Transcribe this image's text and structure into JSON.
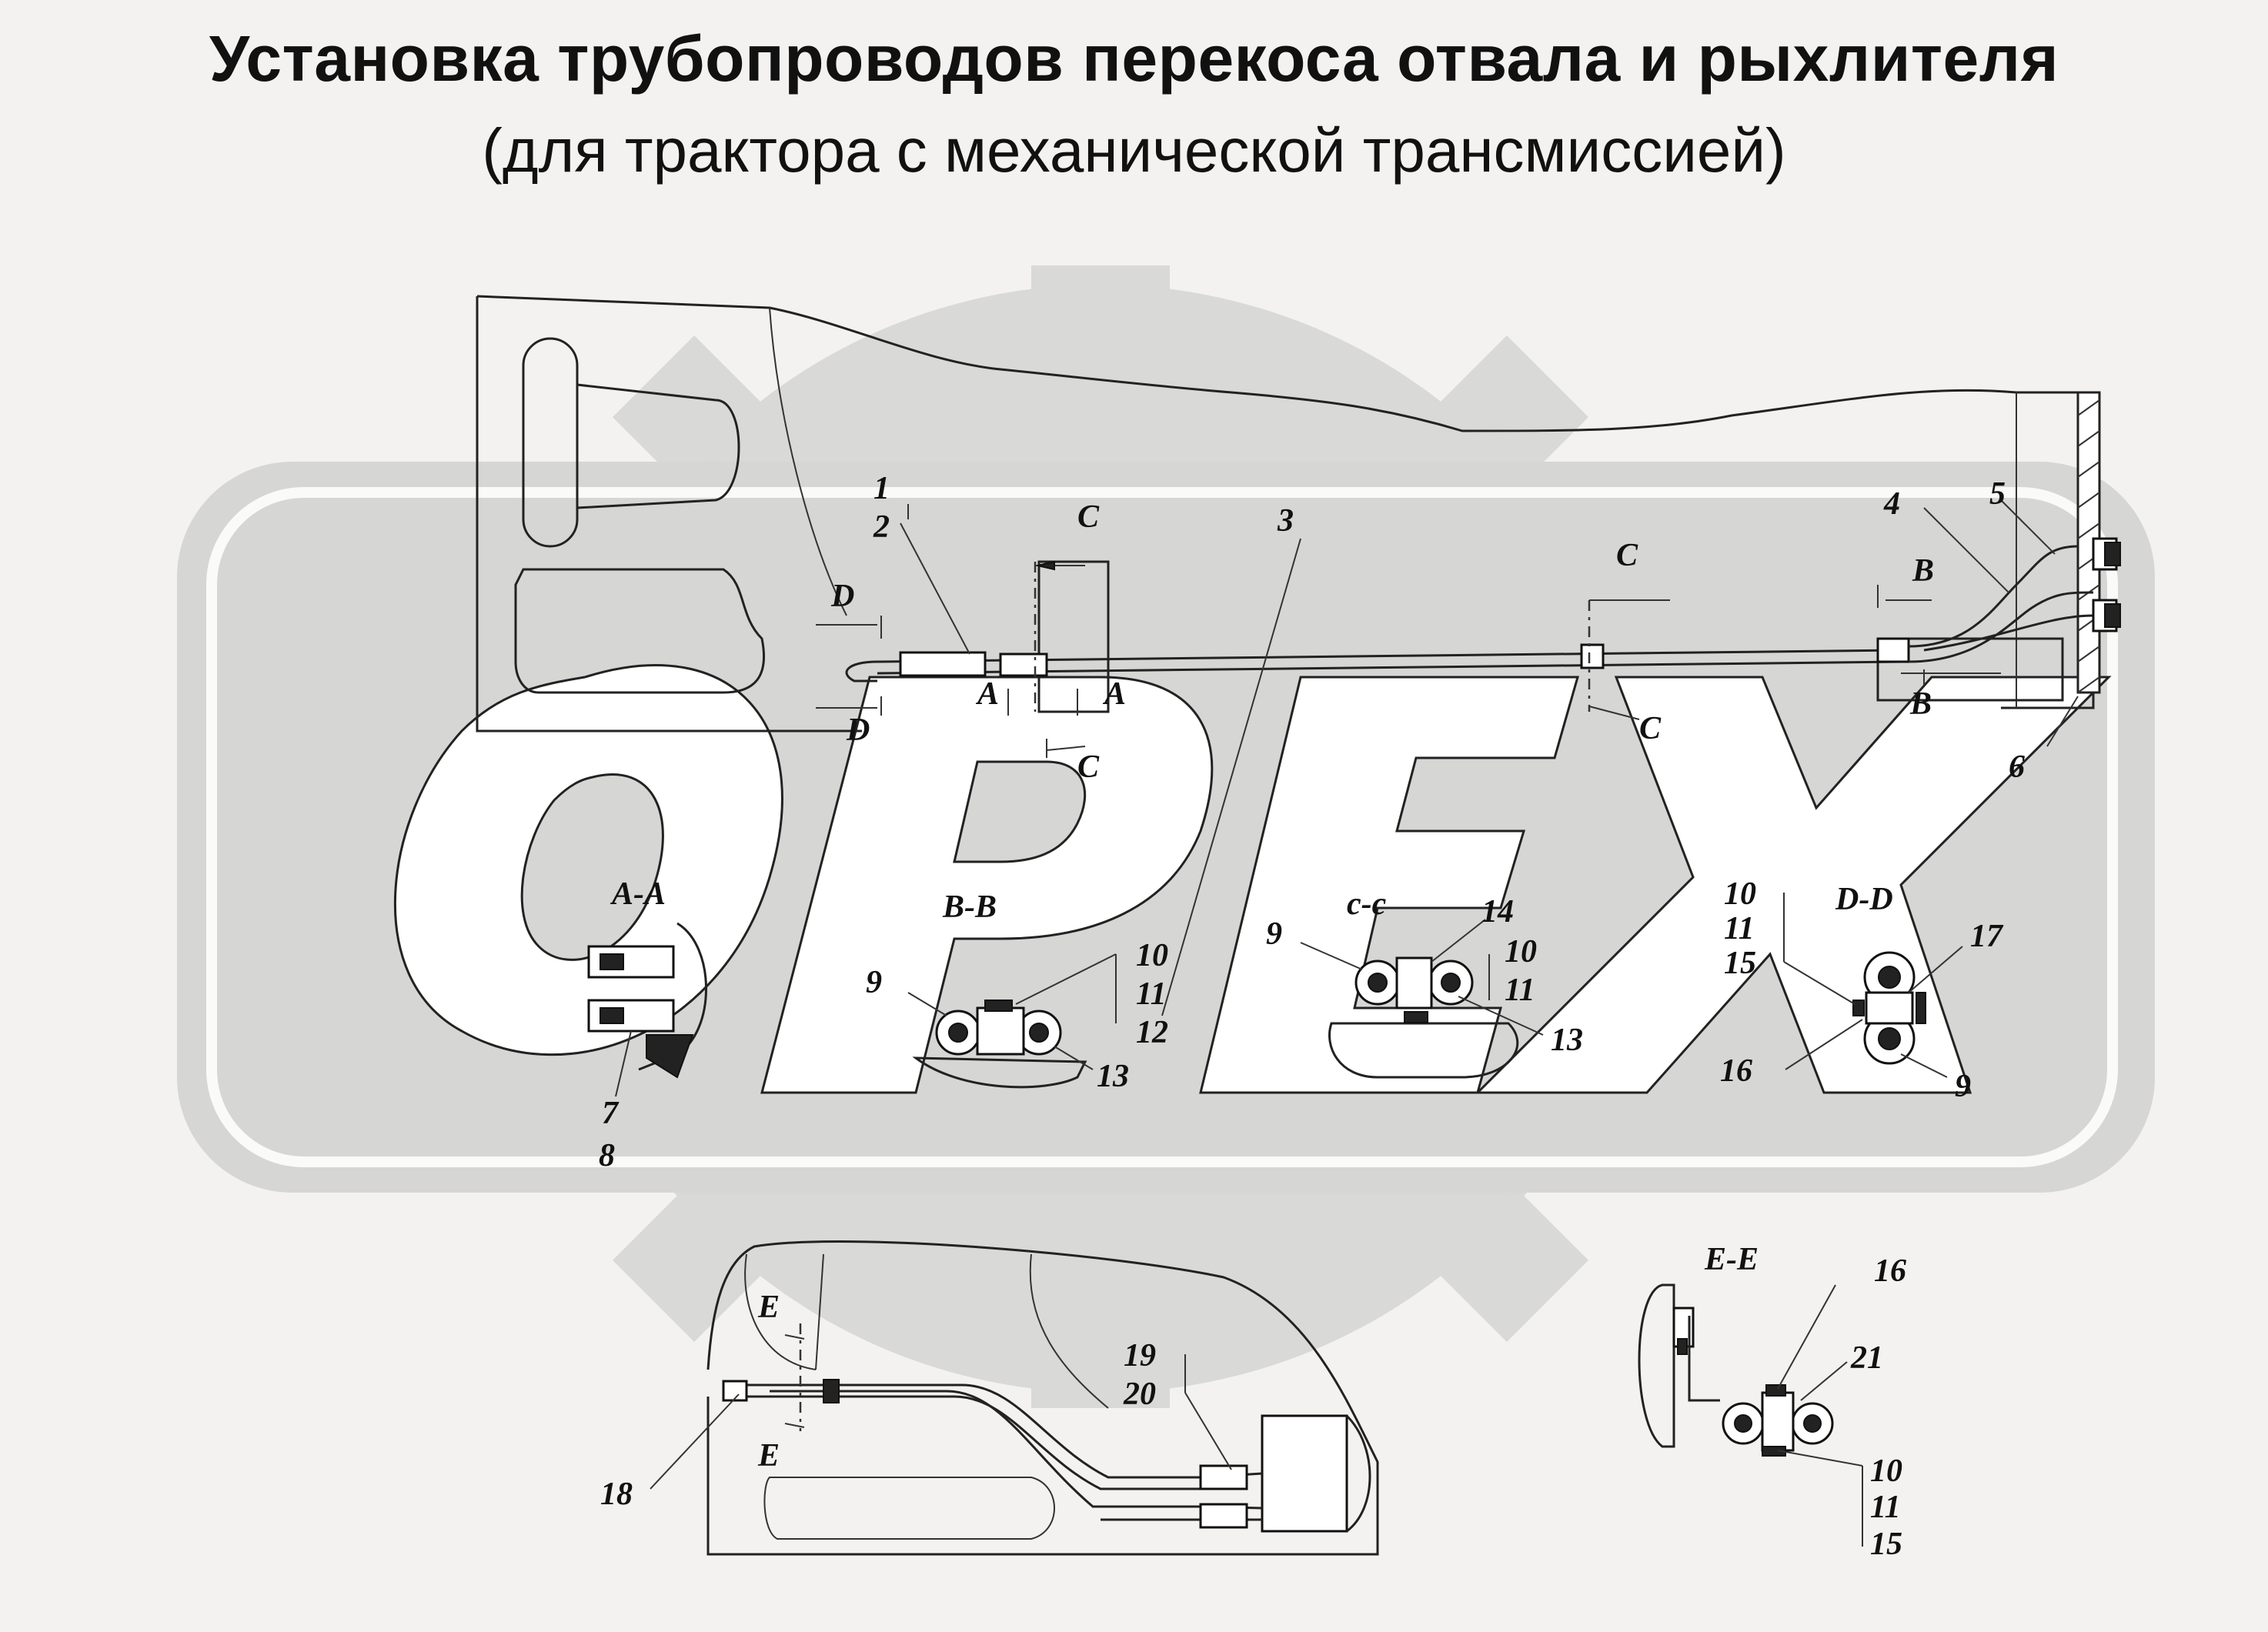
{
  "title": "Установка трубопроводов перекоса отвала и рыхлителя",
  "subtitle": "(для трактора с механической трансмиссией)",
  "watermark": {
    "text": "OPEX",
    "color": "#d6d6d4"
  },
  "callouts": {
    "c1": "1",
    "c2": "2",
    "c3": "3",
    "c4": "4",
    "c5": "5",
    "c6": "6",
    "c7": "7",
    "c8": "8",
    "bb9": "9",
    "bb10": "10",
    "bb11": "11",
    "bb12": "12",
    "bb13": "13",
    "cc9": "9",
    "cc14": "14",
    "cc10": "10",
    "cc11": "11",
    "cc13": "13",
    "dd10": "10",
    "dd11": "11",
    "dd15": "15",
    "dd17": "17",
    "dd16": "16",
    "dd9": "9",
    "b19": "19",
    "b20": "20",
    "b18": "18",
    "ee16": "16",
    "ee21": "21",
    "ee10": "10",
    "ee11": "11",
    "ee15": "15"
  },
  "section_marks": {
    "c_top1": "C",
    "c_top2": "C",
    "c_bot1": "C",
    "c_bot2": "C",
    "d_top": "D",
    "d_bot": "D",
    "a_left": "A",
    "a_right": "A",
    "b_top": "B",
    "b_bot": "B",
    "e_top": "E",
    "e_bot": "E"
  },
  "section_titles": {
    "aa": "A-A",
    "bb": "B-B",
    "cc": "c-c",
    "dd": "D-D",
    "ee": "E-E"
  }
}
